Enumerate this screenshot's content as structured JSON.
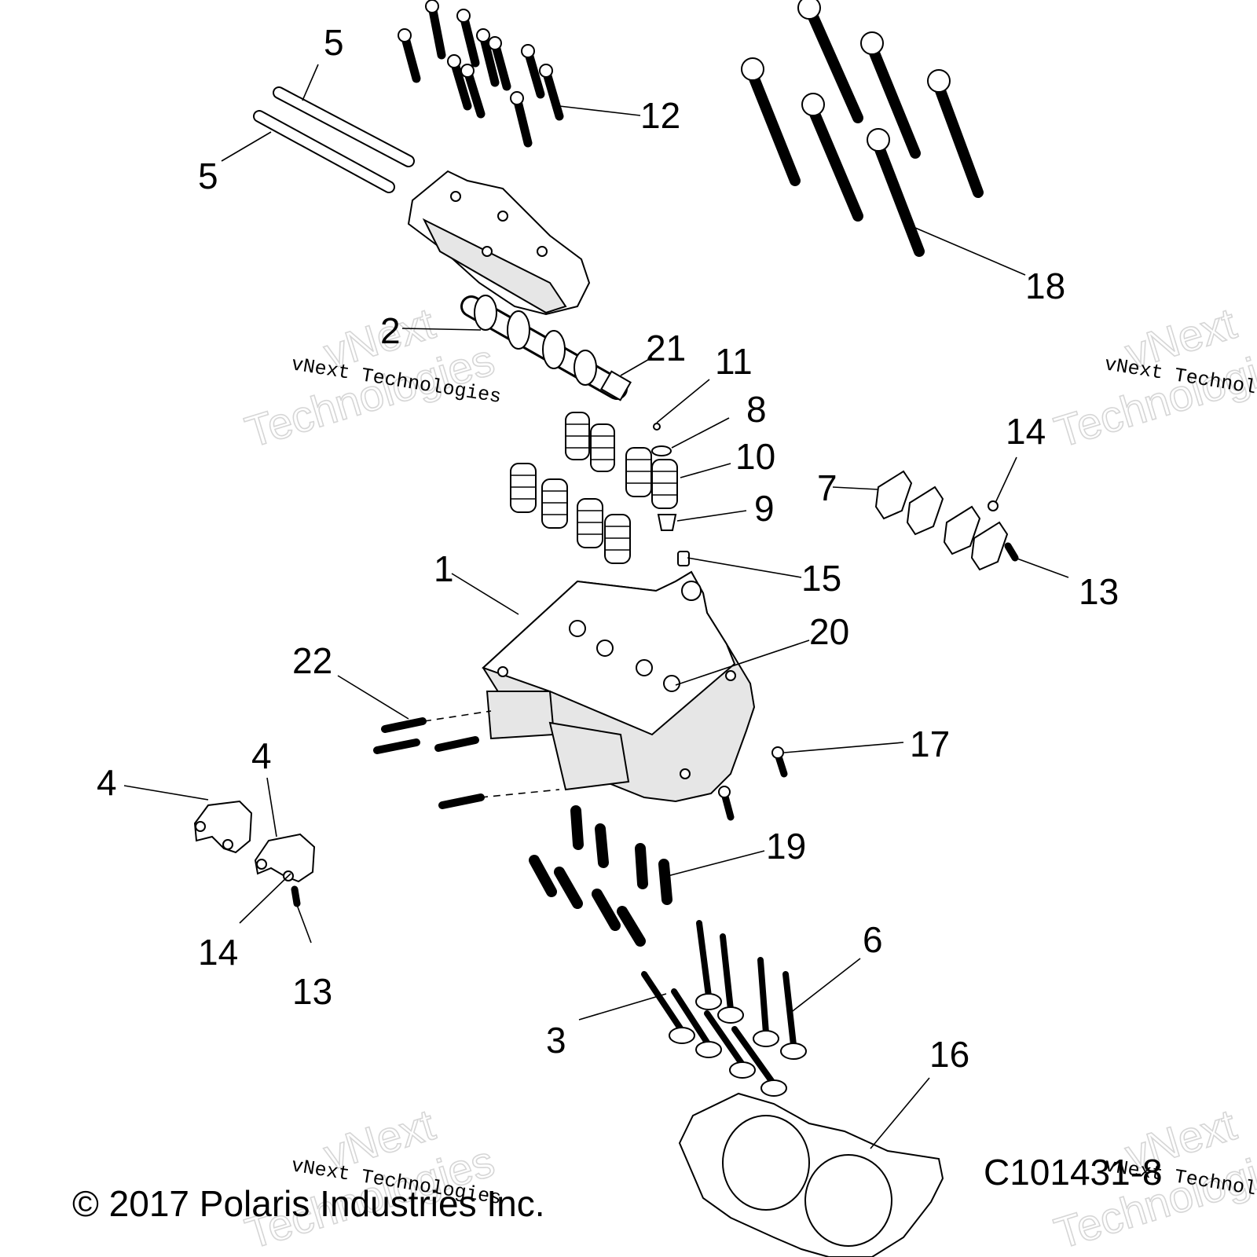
{
  "callouts": [
    {
      "id": "c5a",
      "text": "5"
    },
    {
      "id": "c5b",
      "text": "5"
    },
    {
      "id": "c12",
      "text": "12"
    },
    {
      "id": "c18",
      "text": "18"
    },
    {
      "id": "c2",
      "text": "2"
    },
    {
      "id": "c21",
      "text": "21"
    },
    {
      "id": "c11",
      "text": "11"
    },
    {
      "id": "c8",
      "text": "8"
    },
    {
      "id": "c10",
      "text": "10"
    },
    {
      "id": "c9",
      "text": "9"
    },
    {
      "id": "c7",
      "text": "7"
    },
    {
      "id": "c14a",
      "text": "14"
    },
    {
      "id": "c13a",
      "text": "13"
    },
    {
      "id": "c15",
      "text": "15"
    },
    {
      "id": "c1",
      "text": "1"
    },
    {
      "id": "c20",
      "text": "20"
    },
    {
      "id": "c22",
      "text": "22"
    },
    {
      "id": "c17",
      "text": "17"
    },
    {
      "id": "c4a",
      "text": "4"
    },
    {
      "id": "c4b",
      "text": "4"
    },
    {
      "id": "c19",
      "text": "19"
    },
    {
      "id": "c14b",
      "text": "14"
    },
    {
      "id": "c13b",
      "text": "13"
    },
    {
      "id": "c6",
      "text": "6"
    },
    {
      "id": "c3",
      "text": "3"
    },
    {
      "id": "c16",
      "text": "16"
    }
  ],
  "copyright": "© 2017 Polaris Industries Inc.",
  "document_id": "C101431-8",
  "watermark": {
    "small": "vNext Technologies",
    "big_line1": "vNext",
    "big_line2": "Technologies"
  }
}
